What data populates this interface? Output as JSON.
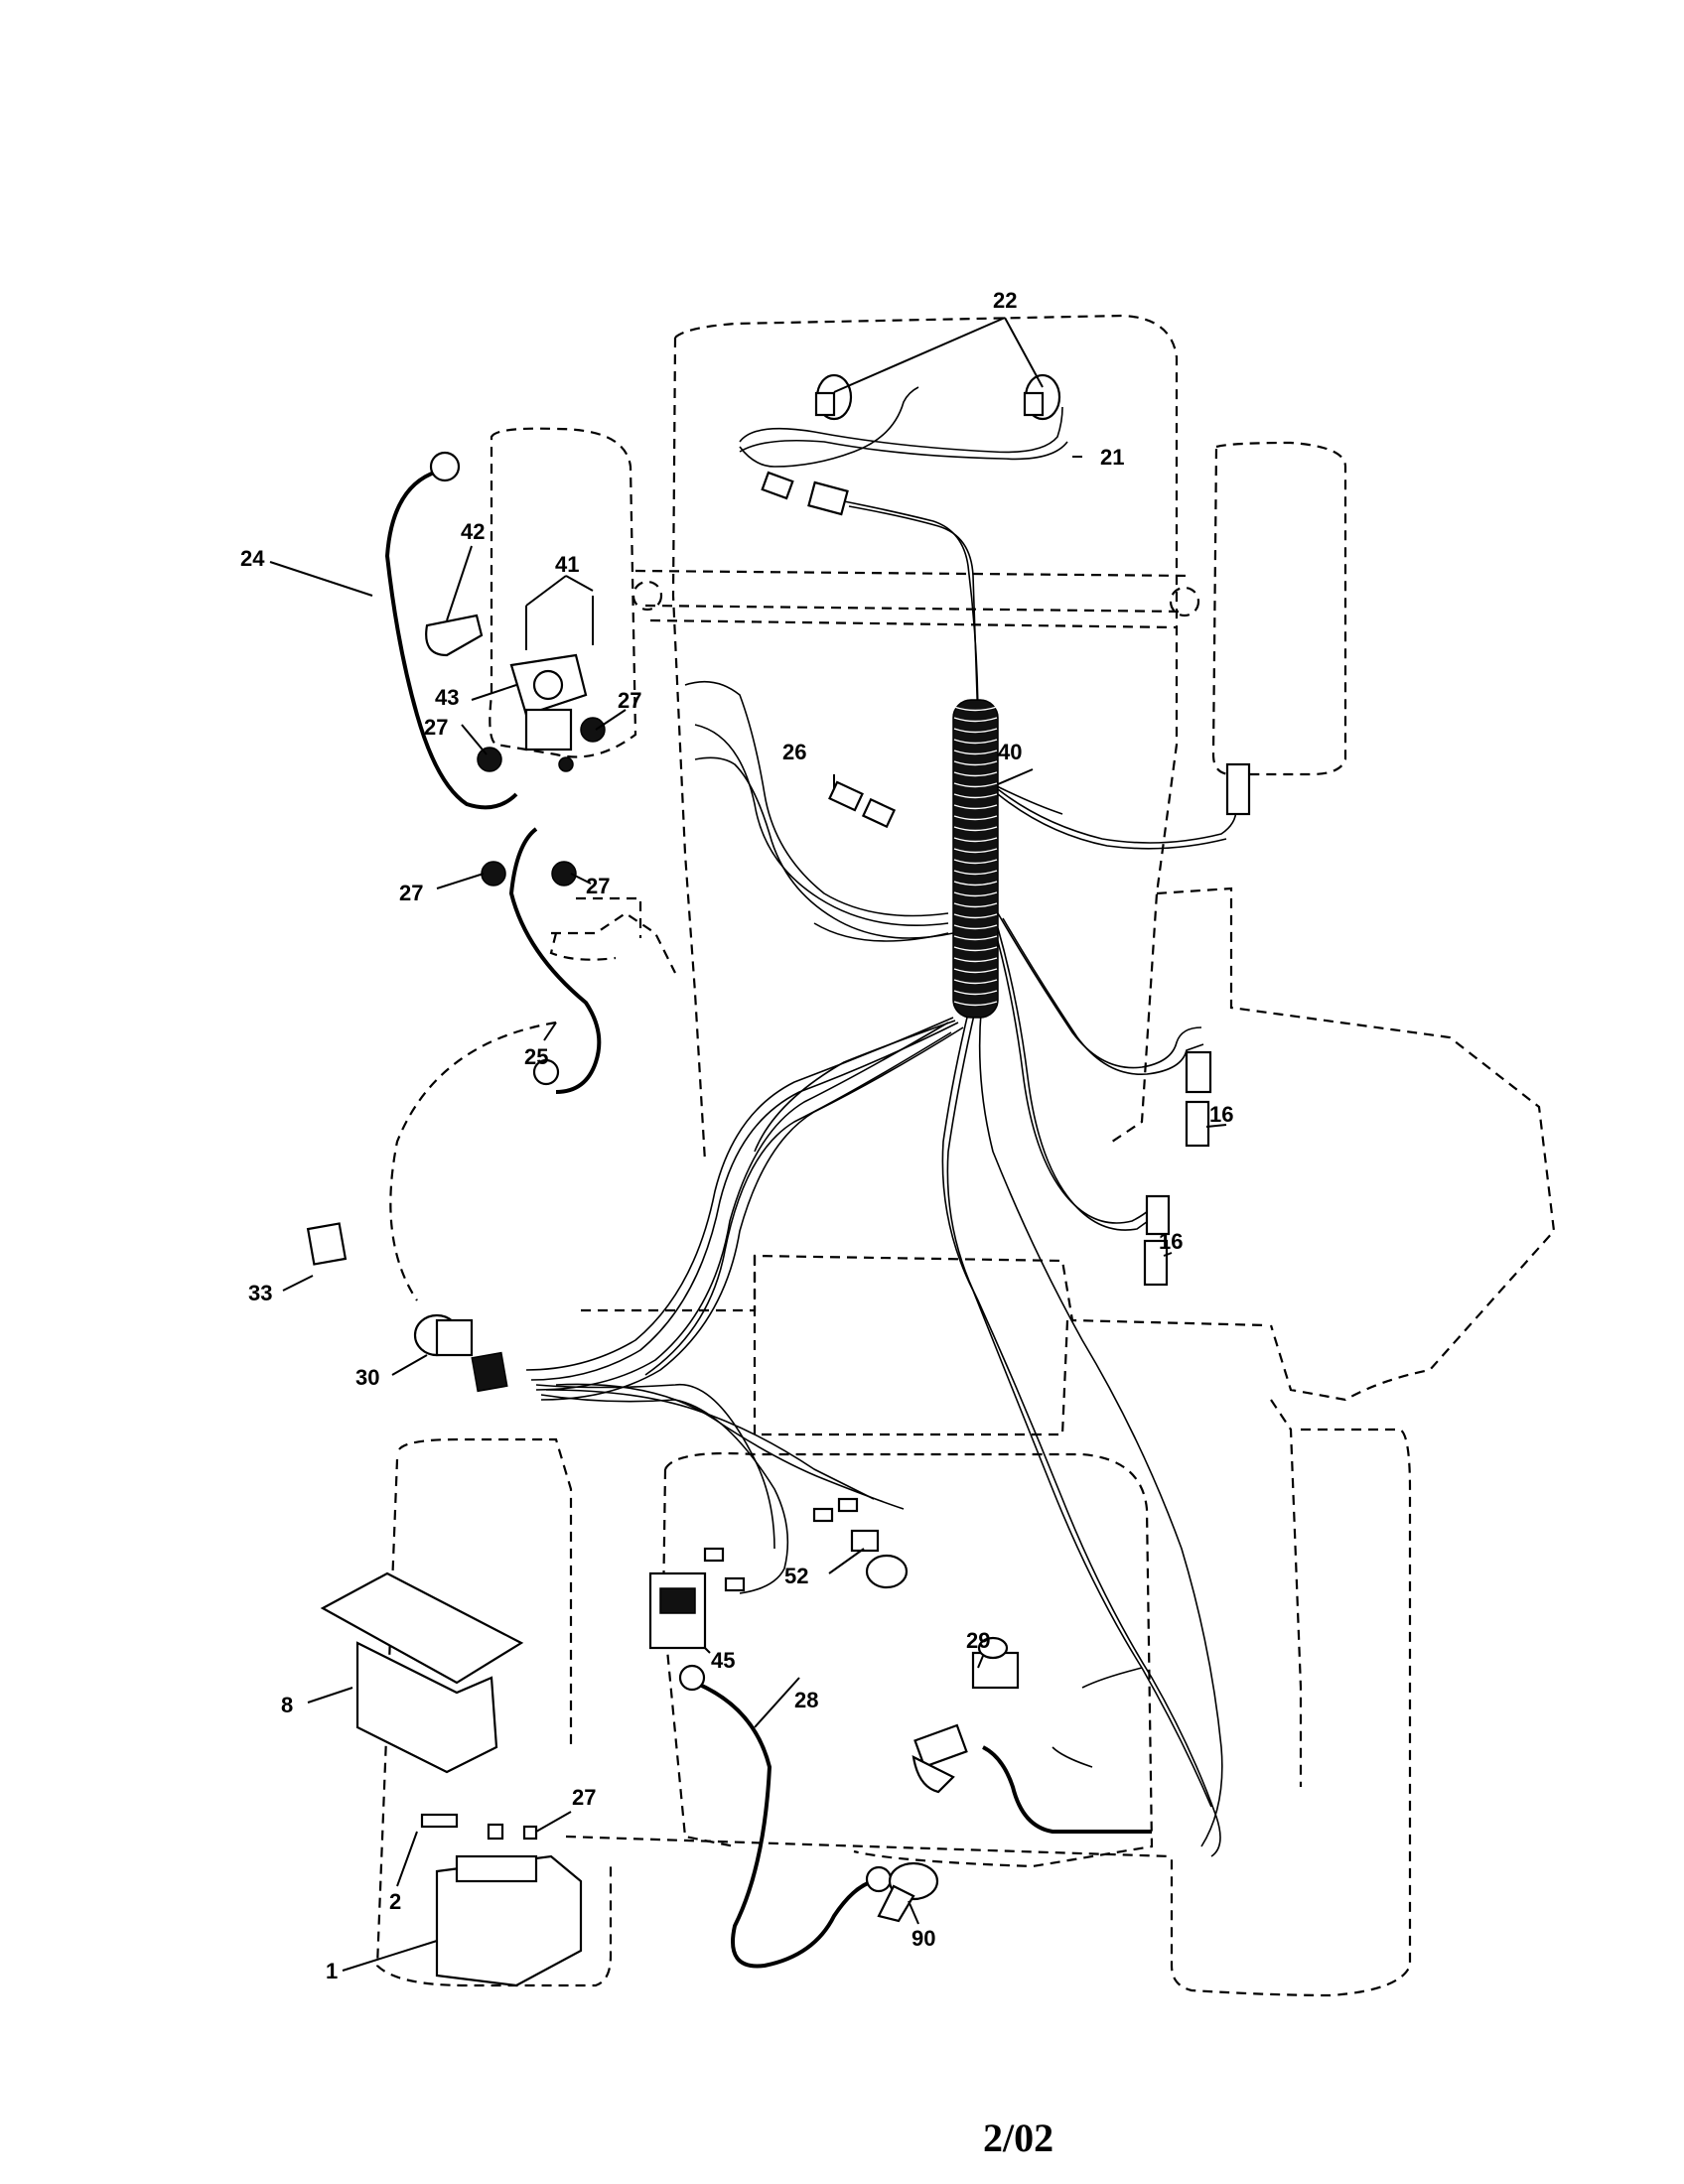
{
  "callouts": {
    "c22": "22",
    "c21": "21",
    "c24": "24",
    "c42": "42",
    "c41": "41",
    "c43": "43",
    "c27a": "27",
    "c27b": "27",
    "c27c": "27",
    "c27d": "27",
    "c26": "26",
    "c40": "40",
    "c25": "25",
    "c16a": "16",
    "c16b": "16",
    "c33": "33",
    "c30": "30",
    "c52": "52",
    "c45": "45",
    "c29": "29",
    "c28": "28",
    "c8": "8",
    "c27e": "27",
    "c2": "2",
    "c1": "1",
    "c90": "90"
  },
  "footer": {
    "date": "2/02"
  }
}
